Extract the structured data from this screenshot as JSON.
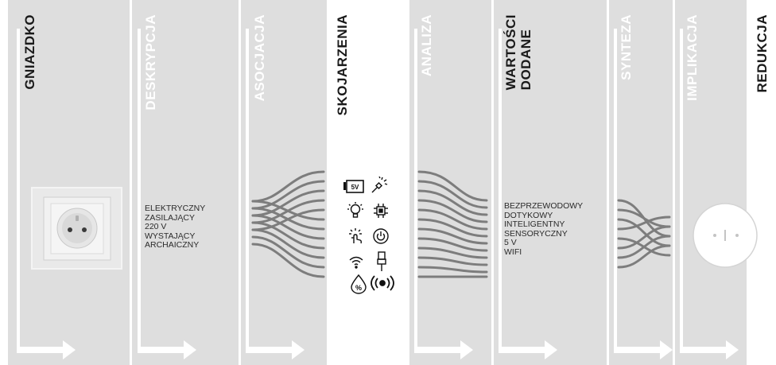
{
  "stages": [
    {
      "id": "gniazdko",
      "title": "GNIAZDKO",
      "theme": "gray",
      "text_color": "dark"
    },
    {
      "id": "deskrypcja",
      "title": "DESKRYPCJA",
      "theme": "gray",
      "text_color": "light"
    },
    {
      "id": "asocjacja",
      "title": "ASOCJACJA",
      "theme": "gray",
      "text_color": "light"
    },
    {
      "id": "skojarzenia",
      "title": "SKOJARZENIA",
      "theme": "white",
      "text_color": "dark"
    },
    {
      "id": "analiza",
      "title": "ANALIZA",
      "theme": "gray",
      "text_color": "light"
    },
    {
      "id": "wartosci",
      "title": "WARTOŚCI\nDODANE",
      "theme": "gray",
      "text_color": "dark"
    },
    {
      "id": "synteza",
      "title": "SYNTEZA",
      "theme": "gray",
      "text_color": "light"
    },
    {
      "id": "implikacja",
      "title": "IMPLIKACJA",
      "theme": "gray",
      "text_color": "light"
    },
    {
      "id": "redukcja",
      "title": "REDUKCJA",
      "theme": "white",
      "text_color": "dark"
    }
  ],
  "description_words": [
    "ELEKTRYCZNY",
    "ZASILAJĄCY",
    "220 V",
    "WYSTAJĄCY",
    "ARCHAICZNY"
  ],
  "added_values": [
    "BEZPRZEWODOWY",
    "DOTYKOWY",
    "INTELIGENTNY",
    "SENSORYCZNY",
    "5 V",
    "WIFI"
  ],
  "association_icons": [
    "battery-5v-icon",
    "plug-spark-icon",
    "lightbulb-icon",
    "chip-icon",
    "touch-hand-icon",
    "power-button-icon",
    "wifi-icon",
    "usb-plug-icon",
    "humidity-drop-icon",
    "wireless-signal-icon"
  ],
  "battery_label": "5V",
  "colors": {
    "panel_gray": "#dedede",
    "panel_white": "#ffffff",
    "line_gray": "#7d7d7d",
    "arrow_white": "#ffffff",
    "text_dark": "#1a1a1a"
  }
}
